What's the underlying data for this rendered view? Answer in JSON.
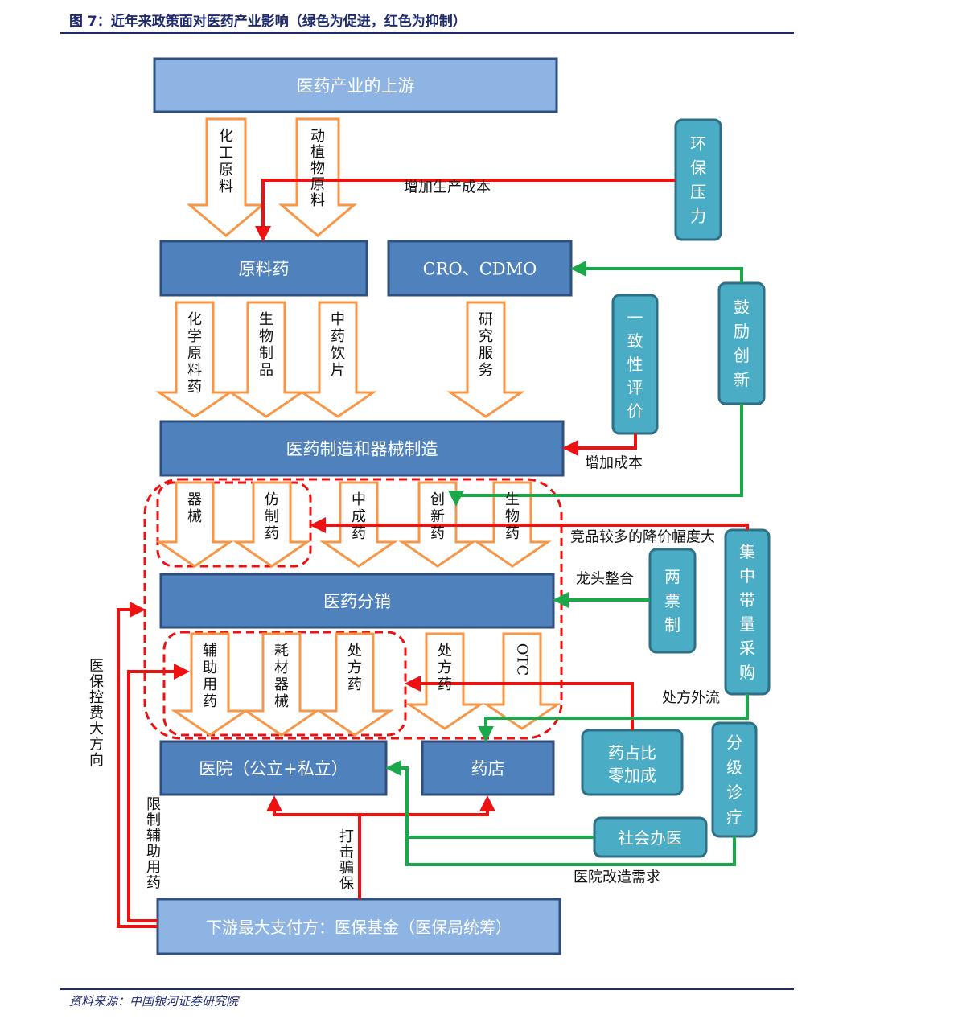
{
  "header": {
    "title": "图 7：近年来政策面对医药产业影响（绿色为促进，红色为抑制）",
    "source": "资料来源：中国银河证券研究院"
  },
  "colors": {
    "promote": "#1aa84a",
    "inhibit": "#ee1111",
    "box_dark": "#4f81bd",
    "box_light": "#8eb4e3",
    "box_teal": "#4bacc6",
    "arrow_orange": "#f79646",
    "rule": "#1f2a6e"
  },
  "nodes": {
    "upstream": "医药产业的上游",
    "api": "原料药",
    "cro": "CRO、CDMO",
    "manufacturing": "医药制造和器械制造",
    "distribution": "医药分销",
    "hospital": "医院（公立+私立）",
    "pharmacy": "药店",
    "payer": "下游最大支付方：医保基金（医保局统筹）"
  },
  "policies": {
    "env": "环保压力",
    "consistency": "一致性评价",
    "innovation": "鼓励创新",
    "two_invoice": "两票制",
    "vbp": "集中带量采购",
    "zero_markup": [
      "药占比",
      "零加成"
    ],
    "tiered": "分级诊疗",
    "social": "社会办医"
  },
  "flows": {
    "chem_raw": "化工原料",
    "plant_raw": "动植物原料",
    "chem_api": "化学原料药",
    "bio": "生物制品",
    "tcm": "中药饮片",
    "research": "研究服务",
    "device": "器械",
    "generic": "仿制药",
    "cpm": "中成药",
    "innov": "创新药",
    "biodrug": "生物药",
    "aux": "辅助用药",
    "consumables": "耗材器械",
    "rx": "处方药",
    "rx2": "处方药",
    "otc": "OTC"
  },
  "labels": {
    "cost_up": "增加生产成本",
    "cost_add": "增加成本",
    "price_cut": "竞品较多的降价幅度大",
    "leader": "龙头整合",
    "rx_outflow": "处方外流",
    "hosp_demand": "医院改造需求",
    "control": "医保控费大方向",
    "limit_aux": "限制辅助用药",
    "fraud": "打击骗保"
  }
}
